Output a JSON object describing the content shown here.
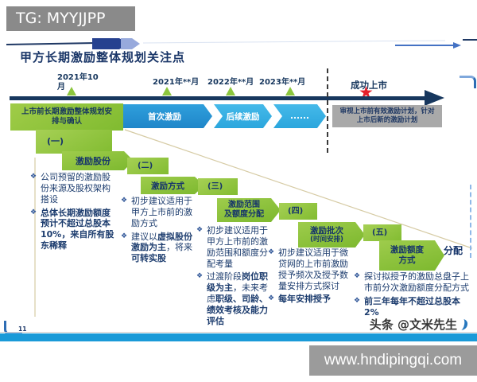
{
  "tg_badge": {
    "label": "TG: MYYJJPP"
  },
  "slide": {
    "title": "甲方长期激励整体规划关注点",
    "page_number": "11"
  },
  "timeline": {
    "dates": [
      {
        "label": "2021年10月"
      },
      {
        "label": "2021年**月"
      },
      {
        "label": "2022年**月"
      },
      {
        "label": "2023年**月"
      }
    ],
    "ipo_milestone": "成功上市",
    "pre_ipo_plan": "上市前长期激励整体规划安排与确认",
    "segments": [
      {
        "label": "首次激励"
      },
      {
        "label": "后续激励"
      },
      {
        "label": "......"
      }
    ],
    "post_ipo_note": "审视上市前有效激励计划，针对上市后新的激励计划"
  },
  "sections": [
    {
      "num": "(一)",
      "title_lines": [
        "激励股份"
      ],
      "bullets": [
        {
          "segments": [
            {
              "t": "公司预留的激励股份来源及股权架构搭设",
              "b": false
            }
          ]
        },
        {
          "segments": [
            {
              "t": "总体长期激励额度预计不超过总股本10%，来自所有股东稀释",
              "b": true
            }
          ]
        }
      ]
    },
    {
      "num": "(二)",
      "title_lines": [
        "激励方式"
      ],
      "bullets": [
        {
          "segments": [
            {
              "t": "初步建议适用于甲方上市前的激励方式",
              "b": false
            }
          ]
        },
        {
          "segments": [
            {
              "t": "建议以",
              "b": false
            },
            {
              "t": "虚拟股份激励为主",
              "b": true
            },
            {
              "t": "，将来",
              "b": false
            },
            {
              "t": "可转实股",
              "b": true
            }
          ]
        }
      ]
    },
    {
      "num": "(三)",
      "title_lines": [
        "激励范围",
        "及额度分配"
      ],
      "bullets": [
        {
          "segments": [
            {
              "t": "初步建议适用于甲方上市前的激励范围和额度分配考量",
              "b": false
            }
          ]
        },
        {
          "segments": [
            {
              "t": "过渡阶段",
              "b": false
            },
            {
              "t": "岗位职级为主",
              "b": true
            },
            {
              "t": "，未来考虑",
              "b": false
            },
            {
              "t": "职级、司龄、绩效考核及能力评估",
              "b": true
            }
          ]
        }
      ]
    },
    {
      "num": "(四)",
      "title_lines": [
        "激励批次",
        "(时间安排)"
      ],
      "bullets": [
        {
          "segments": [
            {
              "t": "初步建议适用于微贷网的上市前激励授予频次及授予数量安排方式探讨",
              "b": false
            }
          ]
        },
        {
          "segments": [
            {
              "t": "每年安排授予",
              "b": true
            }
          ]
        }
      ]
    },
    {
      "num": "(五)",
      "title_lines": [
        "激励额度",
        "方式"
      ],
      "bullets": [
        {
          "segments": [
            {
              "t": "探讨拟授予的激励总盘子上市前分次激励额度分配方式",
              "b": false
            }
          ]
        },
        {
          "segments": [
            {
              "t": "前三年每年不超过总股本2%",
              "b": true
            }
          ]
        }
      ]
    }
  ],
  "tail_label": "分配",
  "footer": {
    "byline": "头条 @文米先生",
    "website": "www.hndipingqi.com"
  },
  "colors": {
    "green": "#8cc63e",
    "navy": "#1c3c6e",
    "blue_primary": "#1e8fd6",
    "blue_light": "#38b3e6",
    "gray_badge": "#8a8a8a",
    "red_star": "#e5202b",
    "bottom_bar": "#1a9ad8"
  }
}
